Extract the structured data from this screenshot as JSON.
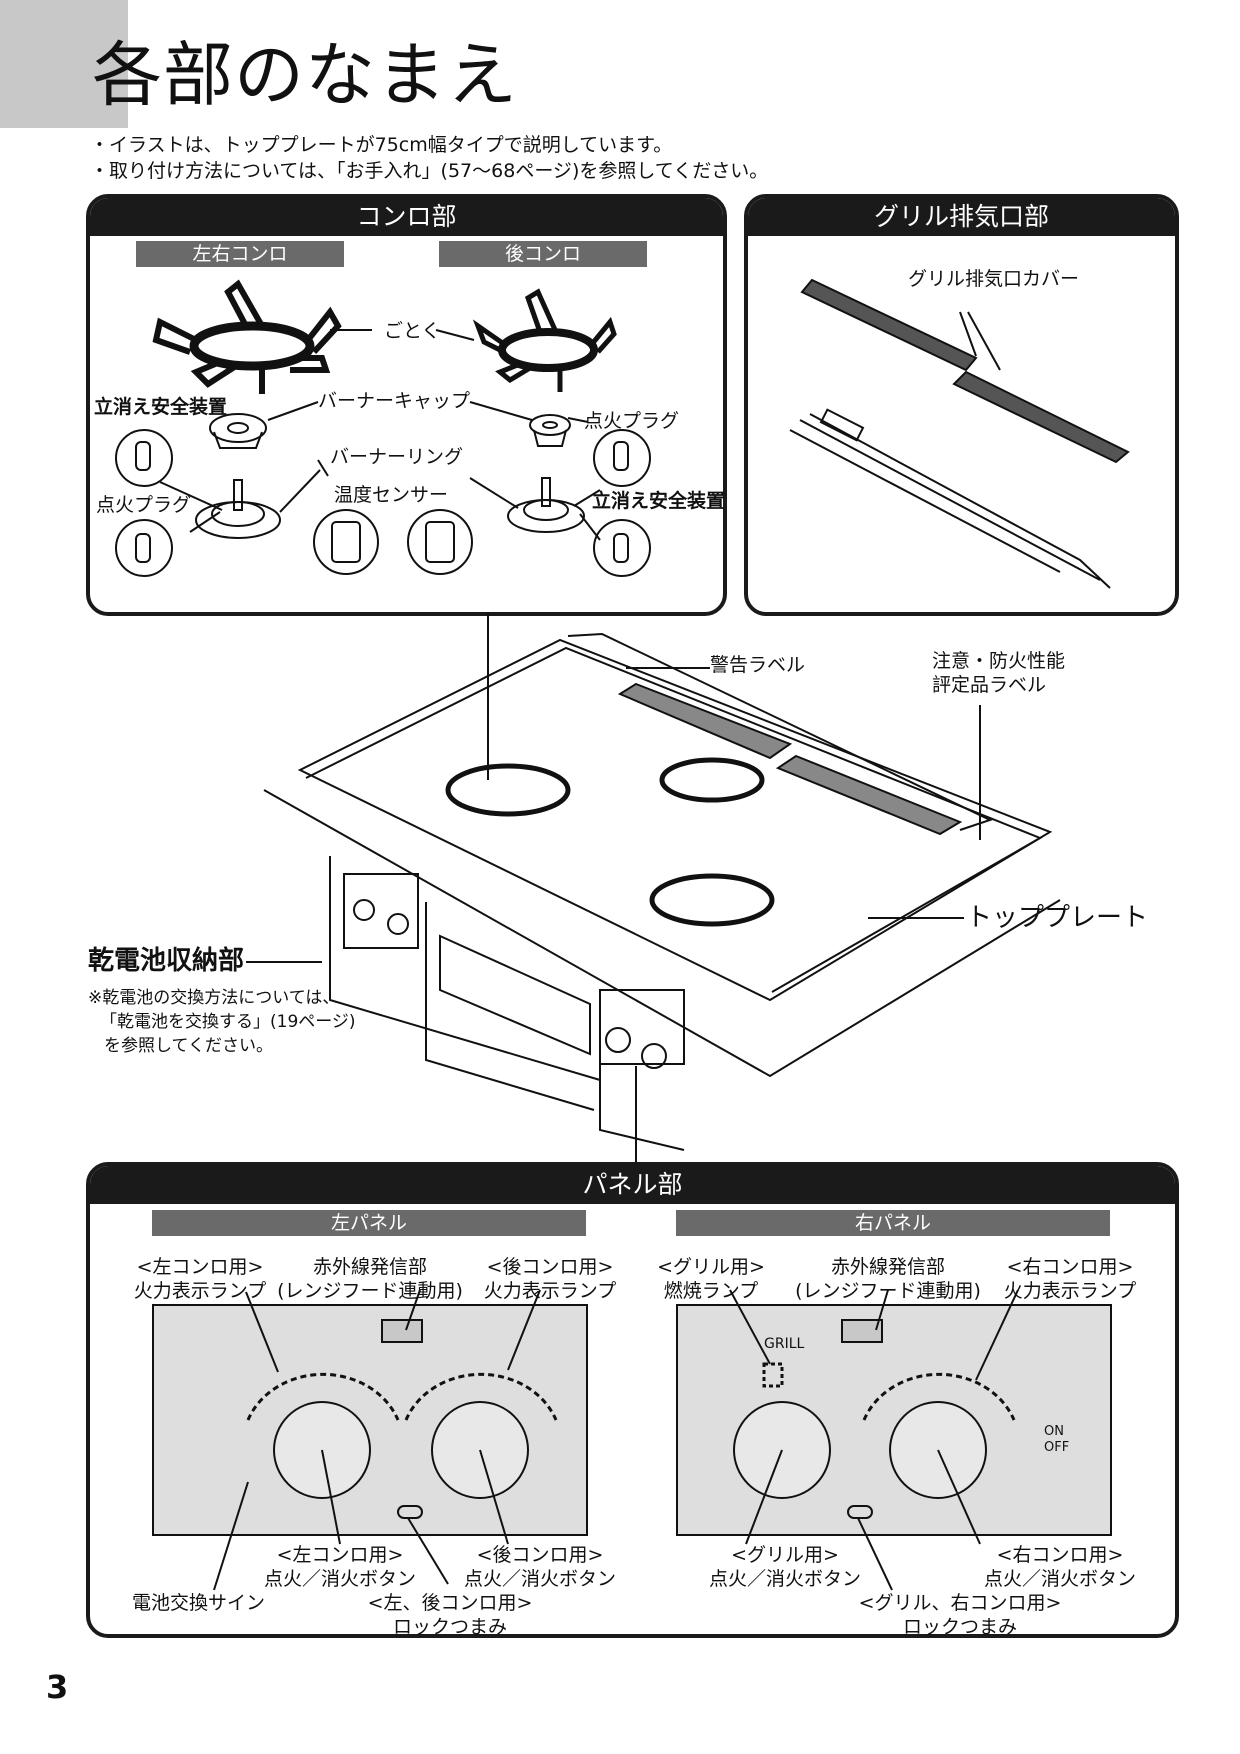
{
  "header": {
    "title": "各部のなまえ",
    "notes": [
      "・イラストは、トッププレートが75cm幅タイプで説明しています。",
      "・取り付け方法については、「お手入れ」(57～68ページ)を参照してください。"
    ]
  },
  "konro": {
    "title": "コンロ部",
    "left_right": "左右コンロ",
    "rear": "後コンロ",
    "gotoku": "ごとく",
    "burner_cap": "バーナーキャップ",
    "burner_ring": "バーナーリング",
    "flame_failure_left": "立消え安全装置",
    "flame_failure_right": "立消え安全装置",
    "ignition_plug_left": "点火プラグ",
    "ignition_plug_right": "点火プラグ",
    "temp_sensor": "温度センサー"
  },
  "grill_exhaust": {
    "title": "グリル排気口部",
    "cover": "グリル排気口カバー"
  },
  "cooktop": {
    "warning_label": "警告ラベル",
    "caution_label_1": "注意・防火性能",
    "caution_label_2": "評定品ラベル",
    "top_plate": "トッププレート",
    "battery_title": "乾電池収納部",
    "battery_note_1": "※乾電池の交換方法については、",
    "battery_note_2": "「乾電池を交換する」(19ページ)",
    "battery_note_3": "を参照してください。"
  },
  "panel": {
    "title": "パネル部",
    "left_panel": "左パネル",
    "right_panel": "右パネル",
    "left_lamp_1": "<左コンロ用>",
    "left_lamp_2": "火力表示ランプ",
    "ir_1": "赤外線発信部",
    "ir_2": "(レンジフード連動用)",
    "rear_lamp_1": "<後コンロ用>",
    "rear_lamp_2": "火力表示ランプ",
    "grill_lamp_1": "<グリル用>",
    "grill_lamp_2": "燃焼ランプ",
    "ir_r_1": "赤外線発信部",
    "ir_r_2": "(レンジフード連動用)",
    "right_lamp_1": "<右コンロ用>",
    "right_lamp_2": "火力表示ランプ",
    "grill_text": "GRILL",
    "on_text": "ON",
    "off_text": "OFF",
    "left_btn_1": "<左コンロ用>",
    "left_btn_2": "点火／消火ボタン",
    "rear_btn_1": "<後コンロ用>",
    "rear_btn_2": "点火／消火ボタン",
    "battery_sign": "電池交換サイン",
    "left_lock_1": "<左、後コンロ用>",
    "left_lock_2": "ロックつまみ",
    "grill_btn_1": "<グリル用>",
    "grill_btn_2": "点火／消火ボタン",
    "right_btn_1": "<右コンロ用>",
    "right_btn_2": "点火／消火ボタン",
    "right_lock_1": "<グリル、右コンロ用>",
    "right_lock_2": "ロックつまみ"
  },
  "page_number": "3"
}
